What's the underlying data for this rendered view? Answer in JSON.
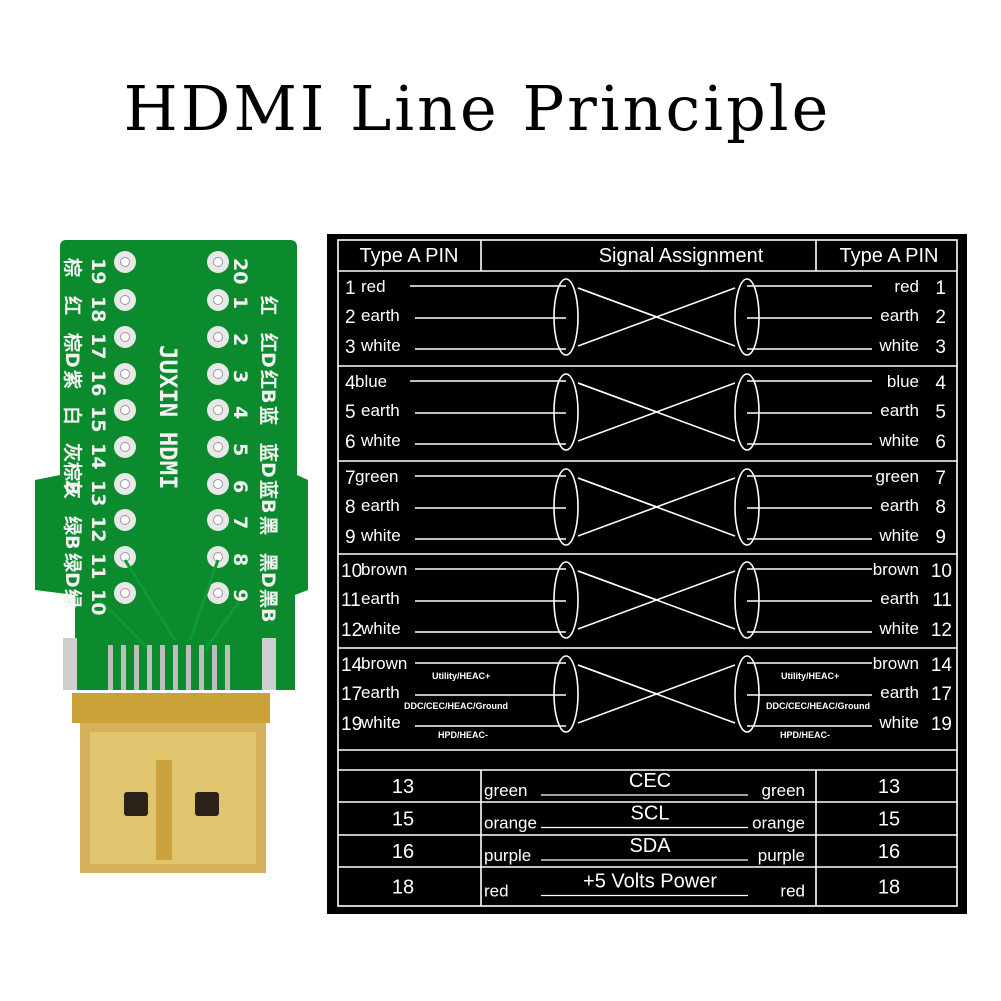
{
  "title": "HDMI Line Principle",
  "board": {
    "brand": "JUXIN HDMI",
    "left_numbers": [
      "19",
      "18",
      "17",
      "16",
      "15",
      "14",
      "13",
      "12",
      "11",
      "10"
    ],
    "right_numbers": [
      "20",
      "1",
      "2",
      "3",
      "4",
      "5",
      "6",
      "7",
      "8",
      "9"
    ],
    "left_labels": [
      "棕",
      "红",
      "棕D",
      "紫",
      "白",
      "灰棕B",
      "灰",
      "绿B",
      "绿D",
      "绿"
    ],
    "right_labels": [
      "",
      "红",
      "红D",
      "红B",
      "蓝",
      "蓝D",
      "蓝B",
      "黑",
      "黑D",
      "黑B"
    ],
    "pcb_color": "#0b8a2e",
    "gold_color": "#c9a23a"
  },
  "table": {
    "header_left": "Type A PIN",
    "header_center": "Signal Assignment",
    "header_right": "Type A PIN",
    "groups": [
      {
        "rows": [
          {
            "num": "1",
            "left": "red",
            "right": "red"
          },
          {
            "num": "2",
            "left": "earth",
            "right": "earth"
          },
          {
            "num": "3",
            "left": "white",
            "right": "white"
          }
        ]
      },
      {
        "rows": [
          {
            "num": "4",
            "left": "blue",
            "right": "blue"
          },
          {
            "num": "5",
            "left": "earth",
            "right": "earth"
          },
          {
            "num": "6",
            "left": "white",
            "right": "white"
          }
        ]
      },
      {
        "rows": [
          {
            "num": "7",
            "left": "green",
            "right": "green"
          },
          {
            "num": "8",
            "left": "earth",
            "right": "earth"
          },
          {
            "num": "9",
            "left": "white",
            "right": "white"
          }
        ]
      },
      {
        "rows": [
          {
            "num": "10",
            "left": "brown",
            "right": "brown"
          },
          {
            "num": "11",
            "left": "earth",
            "right": "earth"
          },
          {
            "num": "12",
            "left": "white",
            "right": "white"
          }
        ]
      },
      {
        "rows": [
          {
            "num": "14",
            "left": "brown",
            "right": "brown"
          },
          {
            "num": "17",
            "left": "earth",
            "right": "earth"
          },
          {
            "num": "19",
            "left": "white",
            "right": "white"
          }
        ]
      }
    ],
    "aux_labels": {
      "utility": "Utility/HEAC+",
      "ddc": "DDC/CEC/HEAC/Ground",
      "hpd": "HPD/HEAC-"
    },
    "bottom_rows": [
      {
        "num": "13",
        "color": "green",
        "signal": "CEC"
      },
      {
        "num": "15",
        "color": "orange",
        "signal": "SCL"
      },
      {
        "num": "16",
        "color": "purple",
        "signal": "SDA"
      },
      {
        "num": "18",
        "color": "red",
        "signal": "+5 Volts Power"
      }
    ]
  }
}
